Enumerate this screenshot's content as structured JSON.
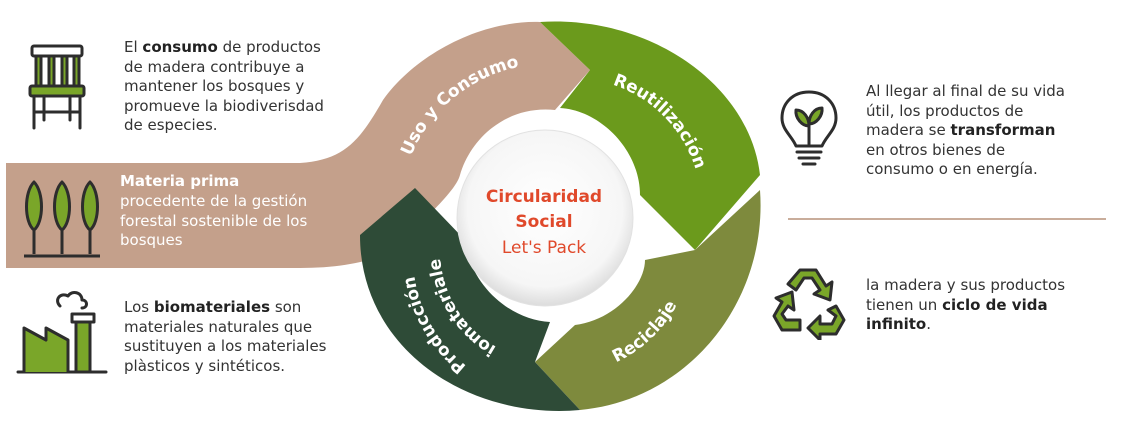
{
  "diagram": {
    "center": {
      "line1": "Circularidad",
      "line2": "Social",
      "line3": "Let's Pack"
    },
    "segments": [
      {
        "label": "Uso y Consumo",
        "color": "#c4a08b"
      },
      {
        "label": "Reutilización",
        "color": "#6b9a1c"
      },
      {
        "label": "Reciclaje",
        "color": "#7e8a3d"
      },
      {
        "label": "Biomateriales",
        "color": "#2e4b37"
      },
      {
        "label": "Producción",
        "color": "#2e4b37"
      }
    ]
  },
  "left": {
    "consumo": {
      "pre": "El ",
      "bold": "consumo",
      "rest": " de productos de madera contribuye a mantener los bosques y promueve la biodiverisdad de especies.",
      "icon": "chair-icon"
    },
    "materia": {
      "bold": "Materia prima",
      "rest": "procedente de la gestión forestal sostenible de los bosques",
      "icon": "trees-icon"
    },
    "biomateriales": {
      "pre": "Los ",
      "bold": "biomateriales",
      "rest": " son materiales naturales que sustituyen a los materiales plàsticos y sintéticos.",
      "icon": "factory-icon"
    }
  },
  "right": {
    "transforman": {
      "pre": "Al llegar al final de su vida útil, los productos de madera se ",
      "bold": "transforman",
      "rest": " en otros bienes de consumo o en energía.",
      "icon": "lightbulb-leaf-icon"
    },
    "ciclo": {
      "pre": "la madera y sus productos tienen un ",
      "bold": "ciclo de vida infinito",
      "rest": ".",
      "icon": "recycle-icon"
    }
  },
  "colors": {
    "brown": "#c4a08b",
    "green": "#6b9a1c",
    "olive": "#7e8a3d",
    "dark_green": "#2e4b37",
    "accent": "#e0492b"
  }
}
